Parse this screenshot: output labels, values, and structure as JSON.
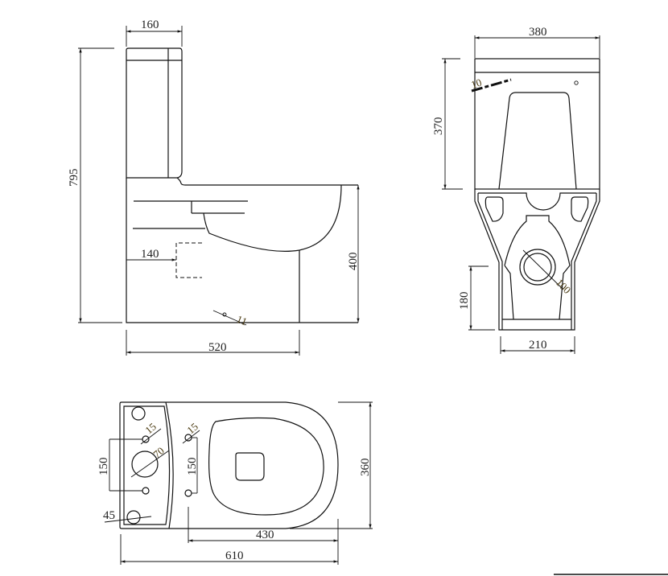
{
  "title": "Close-coupled toilet dimension drawing",
  "side_view": {
    "cistern_depth": "160",
    "total_height": "795",
    "pan_height": "400",
    "outlet_height": "140",
    "base_length": "520",
    "fixing_hole": "11"
  },
  "front_view": {
    "width": "380",
    "cistern_height": "370",
    "inlet_size": "10",
    "outlet_centre_height": "180",
    "base_width": "210",
    "outlet_diameter": "100"
  },
  "top_view": {
    "cistern_hole_spacing": "150",
    "seat_hole_spacing": "150",
    "cistern_hole_size": "15",
    "seat_hole_size": "15",
    "flush_hole_diameter": "70",
    "corner_hole_offset": "45",
    "width": "360",
    "bowl_length": "430",
    "total_length": "610"
  }
}
